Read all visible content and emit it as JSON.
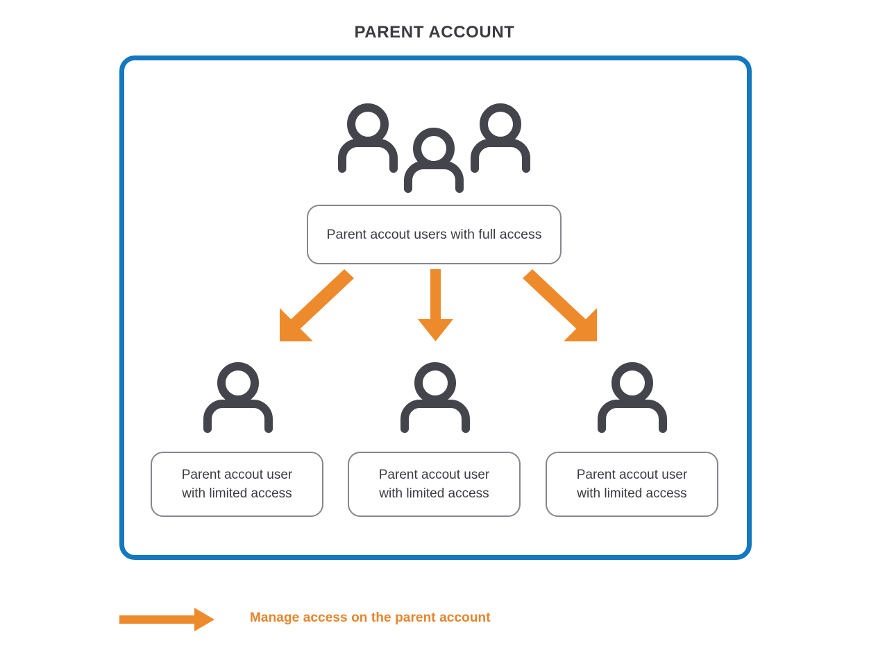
{
  "title": "PARENT ACCOUNT",
  "colors": {
    "frame_blue": "#1378be",
    "arrow_orange": "#ed8b2c",
    "icon_gray": "#44444c",
    "box_border_gray": "#86868e",
    "text_dark": "#3b3b42"
  },
  "frame": {
    "name": "parent-account-frame"
  },
  "top_node": {
    "icon": "group-of-users-icon",
    "label": "Parent accout users with full access"
  },
  "arrows": [
    {
      "name": "arrow-to-child-1",
      "direction": "down-left"
    },
    {
      "name": "arrow-to-child-2",
      "direction": "down"
    },
    {
      "name": "arrow-to-child-3",
      "direction": "down-right"
    }
  ],
  "children": [
    {
      "icon": "person-icon",
      "label_line1": "Parent accout user",
      "label_line2": "with limited access"
    },
    {
      "icon": "person-icon",
      "label_line1": "Parent accout user",
      "label_line2": "with limited access"
    },
    {
      "icon": "person-icon",
      "label_line1": "Parent accout user",
      "label_line2": "with limited access"
    }
  ],
  "legend": {
    "icon": "right-arrow-icon",
    "text": "Manage access on the parent account"
  }
}
